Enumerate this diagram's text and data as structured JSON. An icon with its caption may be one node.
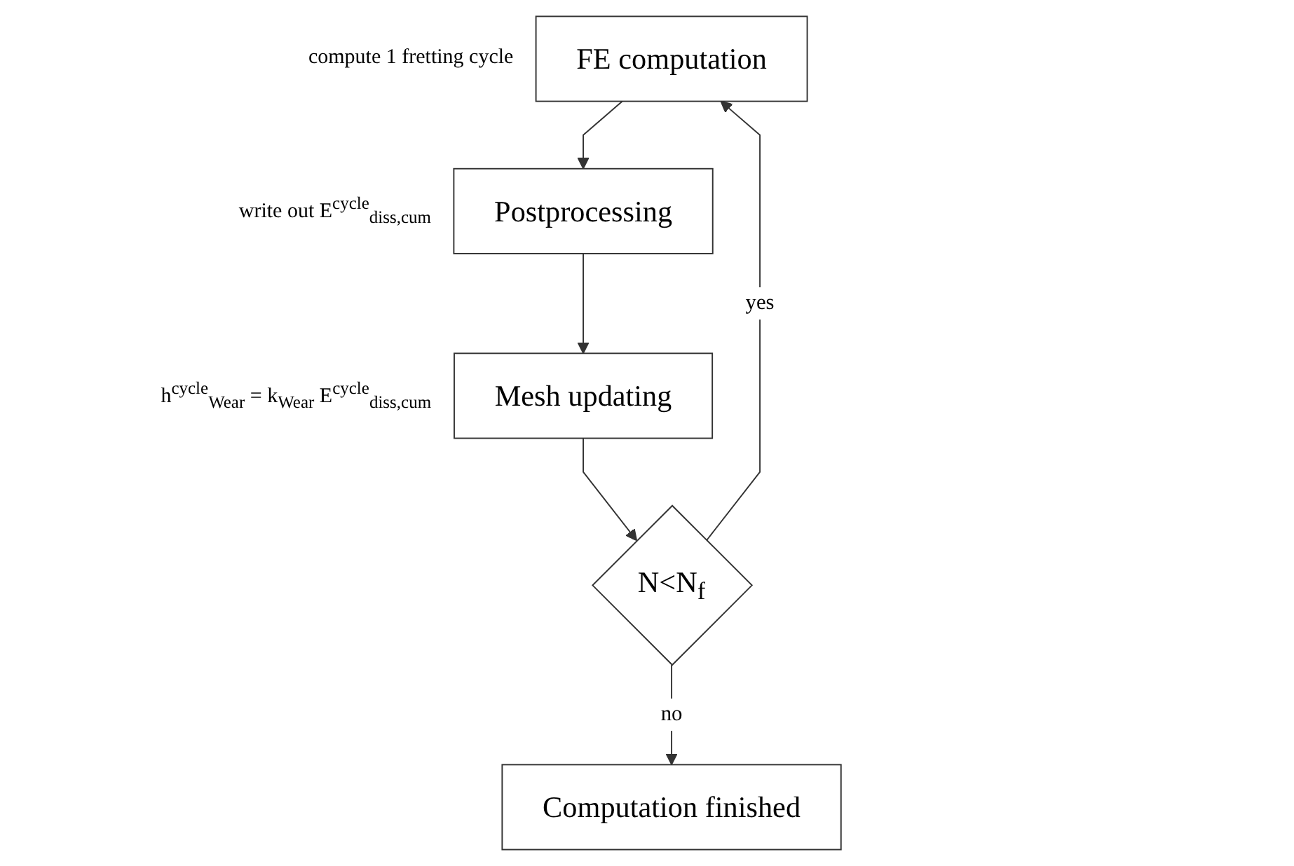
{
  "diagram": {
    "nodes": [
      {
        "text": [
          "FE computation"
        ],
        "beside": [
          "compute 1 fretting cycle"
        ]
      },
      {
        "text": [
          "Postprocessing"
        ],
        "beside": [
          "write out E$^{cycle}$$_{diss,cum}$"
        ]
      },
      {
        "text": [
          "Mesh updating"
        ],
        "beside": [
          "h$^{cycle}$$_{Wear}$ = k$_{Wear}$ E$^{cycle}$$_{diss,cum}$"
        ]
      },
      {
        "text": [
          "N<N$_{f}$"
        ]
      },
      {
        "text": [
          "Computation finished"
        ]
      }
    ],
    "edges": [
      {
        "from": 0,
        "to": 1,
        "arrow": "to"
      },
      {
        "from": 1,
        "to": 2,
        "arrow": "to"
      },
      {
        "from": 2,
        "to": 3,
        "arrow": "to"
      },
      {
        "from": 3,
        "to": 0,
        "arrow": "to",
        "label": "yes"
      },
      {
        "from": 3,
        "to": 4,
        "arrow": "to",
        "label": "no"
      }
    ]
  }
}
